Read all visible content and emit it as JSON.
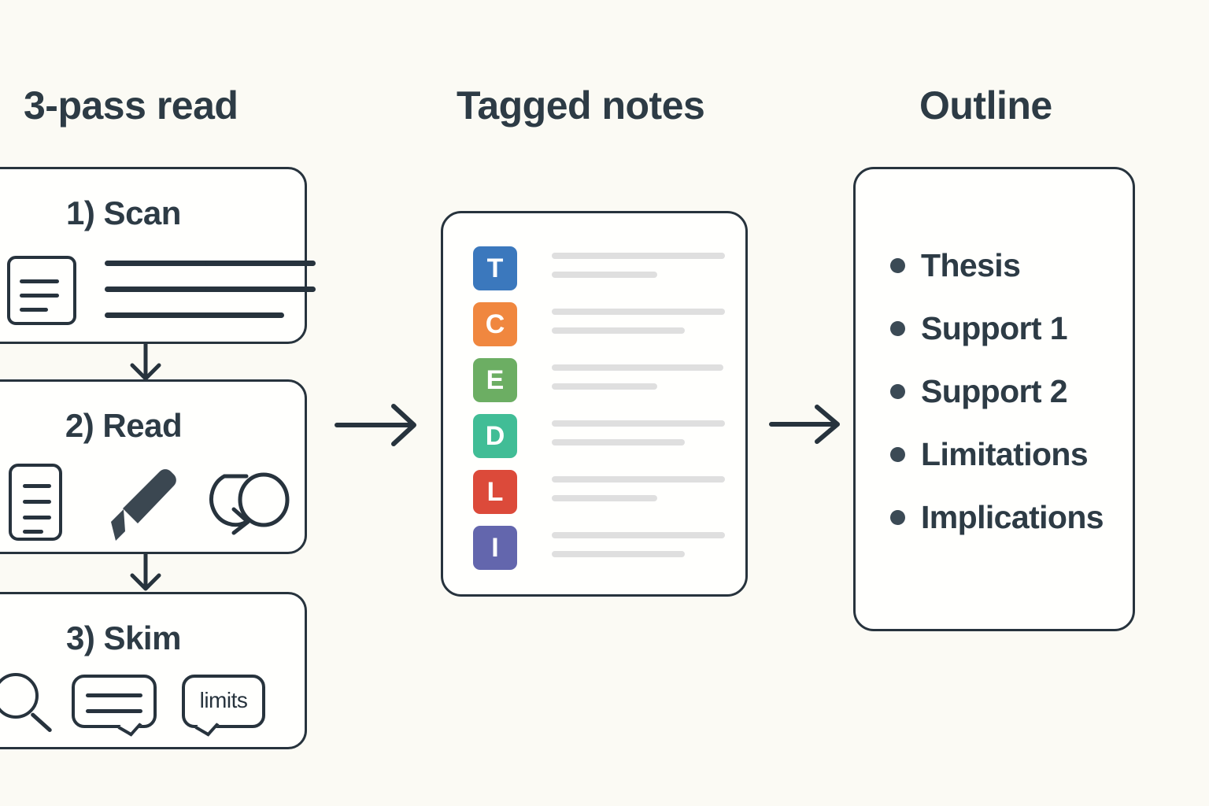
{
  "background_color": "#fbfaf4",
  "ink_color": "#27333d",
  "columns": [
    {
      "id": "pass",
      "title": "3-pass read"
    },
    {
      "id": "notes",
      "title": "Tagged notes"
    },
    {
      "id": "outline",
      "title": "Outline"
    }
  ],
  "pass_cards": [
    {
      "label": "1) Scan",
      "icons": [
        "document-icon",
        "text-lines-icon",
        "text-lines-icon"
      ]
    },
    {
      "label": "2) Read",
      "icons": [
        "document-icon",
        "highlighter-icon",
        "loop-arrow-icon"
      ]
    },
    {
      "label": "3) Skim",
      "icons": [
        "magnifier-icon",
        "speech-bubble-icon",
        "speech-bubble-limits-icon"
      ],
      "bubble_text": "limits"
    }
  ],
  "connectors": {
    "vertical": [
      "down-arrow-icon",
      "down-arrow-icon"
    ],
    "horizontal": [
      "right-arrow-icon",
      "right-arrow-icon"
    ]
  },
  "notes": {
    "rows": [
      {
        "tag": "T",
        "color": "#3b78bd",
        "line1_pct": 100,
        "line2_pct": 61
      },
      {
        "tag": "C",
        "color": "#f0873f",
        "line1_pct": 100,
        "line2_pct": 77
      },
      {
        "tag": "E",
        "color": "#6cae63",
        "line1_pct": 99,
        "line2_pct": 61
      },
      {
        "tag": "D",
        "color": "#41bd96",
        "line1_pct": 100,
        "line2_pct": 77
      },
      {
        "tag": "L",
        "color": "#dc4a3a",
        "line1_pct": 100,
        "line2_pct": 61
      },
      {
        "tag": "I",
        "color": "#6366ad",
        "line1_pct": 100,
        "line2_pct": 77
      }
    ]
  },
  "outline": {
    "bullet_color": "#3b4a55",
    "items": [
      {
        "label": "Thesis"
      },
      {
        "label": "Support 1"
      },
      {
        "label": "Support 2"
      },
      {
        "label": "Limitations"
      },
      {
        "label": "Implications"
      }
    ]
  }
}
